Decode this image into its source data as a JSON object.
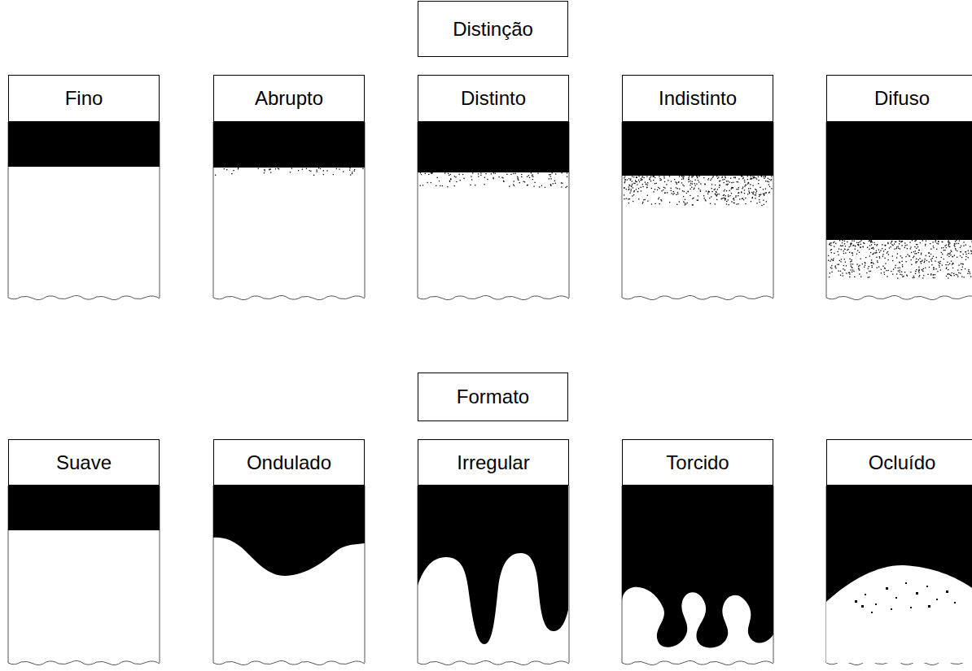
{
  "diagram": {
    "nodes": [
      {
        "text": [
          "Distinção"
        ]
      },
      {
        "text": [
          "Fino"
        ]
      },
      {
        "text": [
          "Abrupto"
        ]
      },
      {
        "text": [
          "Distinto"
        ]
      },
      {
        "text": [
          "Indistinto"
        ]
      },
      {
        "text": [
          "Difuso"
        ]
      },
      {
        "text": [
          "Formato"
        ]
      },
      {
        "text": [
          "Suave"
        ]
      },
      {
        "text": [
          "Ondulado"
        ]
      },
      {
        "text": [
          "Irregular"
        ]
      },
      {
        "text": [
          "Torcido"
        ]
      },
      {
        "text": [
          "Ocluído"
        ]
      }
    ]
  }
}
